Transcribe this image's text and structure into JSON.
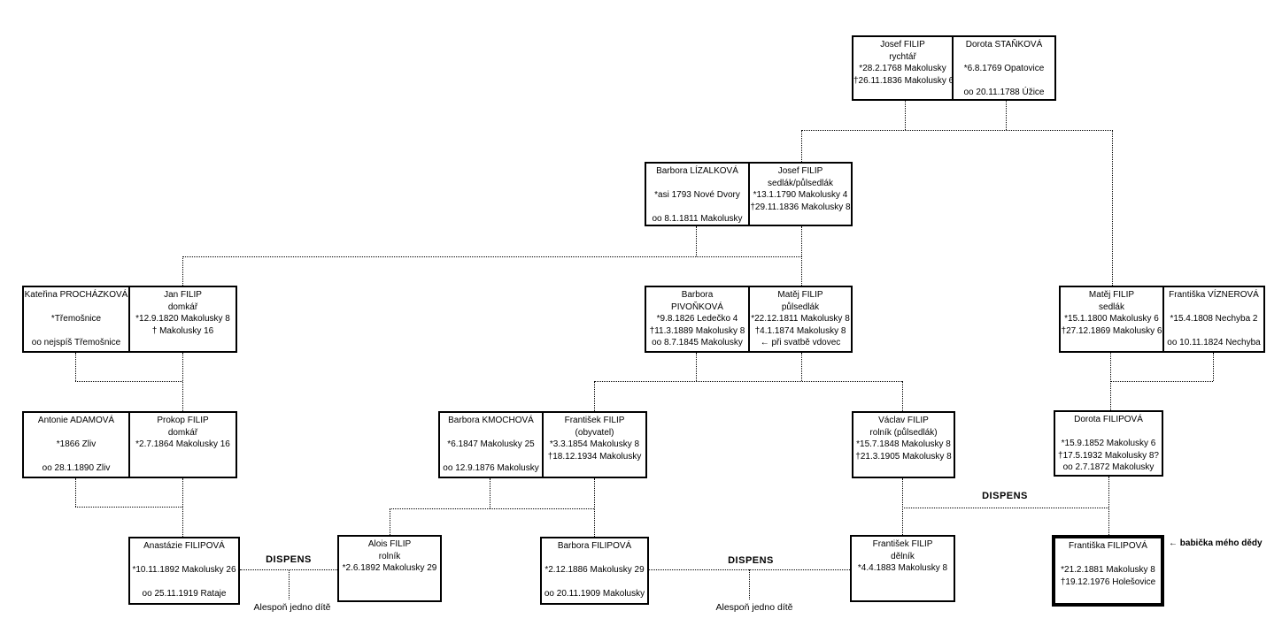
{
  "people": {
    "josef_filip_1768": [
      "Josef FILIP",
      "rychtář",
      "*28.2.1768 Makolusky",
      "†26.11.1836 Makolusky 6",
      ""
    ],
    "dorota_stankova": [
      "Dorota STAŇKOVÁ",
      "",
      "*6.8.1769 Opatovice",
      "",
      "oo 20.11.1788 Úžice"
    ],
    "barbora_lizalkova": [
      "Barbora LÍZALKOVÁ",
      "",
      "*asi 1793 Nové Dvory",
      "",
      "oo 8.1.1811 Makolusky"
    ],
    "josef_filip_1790": [
      "Josef FILIP",
      "sedlák/půlsedlák",
      "*13.1.1790 Makolusky 4",
      "†29.11.1836 Makolusky 8",
      ""
    ],
    "katerina_prochazkova": [
      "Kateřina PROCHÁZKOVÁ",
      "",
      "*Třemošnice",
      "",
      "oo nejspíš Třemošnice"
    ],
    "jan_filip": [
      "Jan FILIP",
      "domkář",
      "*12.9.1820 Makolusky 8",
      "† Makolusky 16",
      ""
    ],
    "barbora_pivonkova": [
      "Barbora",
      "PIVOŇKOVÁ",
      "*9.8.1826 Ledečko 4",
      "†11.3.1889 Makolusky 8",
      "oo 8.7.1845 Makolusky"
    ],
    "matej_filip_1811": [
      "Matěj FILIP",
      "půlsedlák",
      "*22.12.1811 Makolusky 8",
      "†4.1.1874 Makolusky 8",
      "← při svatbě vdovec"
    ],
    "matej_filip_1800": [
      "Matěj FILIP",
      "sedlák",
      "*15.1.1800 Makolusky 6",
      "†27.12.1869 Makolusky 6",
      ""
    ],
    "frantiska_viznerova": [
      "Františka VÍZNEROVÁ",
      "",
      "*15.4.1808 Nechyba 2",
      "",
      "oo 10.11.1824 Nechyba"
    ],
    "antonie_adamova": [
      "Antonie ADAMOVÁ",
      "",
      "*1866 Zliv",
      "",
      "oo 28.1.1890 Zliv"
    ],
    "prokop_filip": [
      "Prokop FILIP",
      "domkář",
      "*2.7.1864 Makolusky 16",
      "",
      ""
    ],
    "barbora_kmochova": [
      "Barbora KMOCHOVÁ",
      "",
      "*6.1847 Makolusky 25",
      "",
      "oo 12.9.1876 Makolusky"
    ],
    "frantisek_filip_1854": [
      "František FILIP",
      "(obyvatel)",
      "*3.3.1854 Makolusky 8",
      "†18.12.1934 Makolusky",
      ""
    ],
    "vaclav_filip": [
      "Václav FILIP",
      "rolník (půlsedlák)",
      "*15.7.1848 Makolusky 8",
      "†21.3.1905 Makolusky 8",
      ""
    ],
    "dorota_filipova": [
      "Dorota FILIPOVÁ",
      "",
      "*15.9.1852 Makolusky 6",
      "†17.5.1932 Makolusky 8?",
      "oo 2.7.1872 Makolusky"
    ],
    "anastazie_filipova": [
      "Anastázie FILIPOVÁ",
      "",
      "*10.11.1892 Makolusky 26",
      "",
      "oo 25.11.1919 Rataje"
    ],
    "alois_filip": [
      "Alois FILIP",
      "rolník",
      "*2.6.1892 Makolusky 29",
      "",
      ""
    ],
    "barbora_filipova": [
      "Barbora FILIPOVÁ",
      "",
      "*2.12.1886 Makolusky 29",
      "",
      "oo 20.11.1909 Makolusky"
    ],
    "frantisek_filip_1883": [
      "František FILIP",
      "dělník",
      "*4.4.1883 Makolusky 8",
      "",
      ""
    ],
    "frantiska_filipova": [
      "Františka FILIPOVÁ",
      "",
      "*21.2.1881 Makolusky 8",
      "†19.12.1976 Holešovice",
      ""
    ]
  },
  "labels": {
    "dispens": "DISPENS",
    "child_note": "Alespoň jedno dítě",
    "ancestor_note": "← babička mého dědy"
  }
}
